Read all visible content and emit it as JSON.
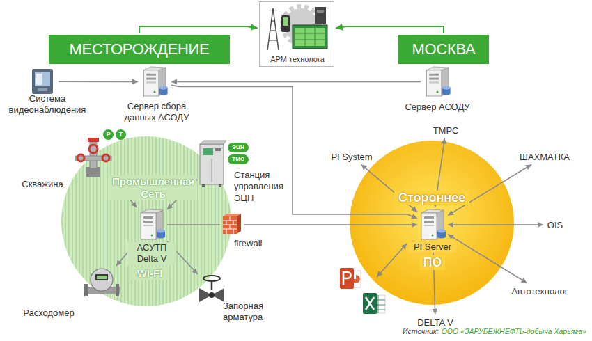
{
  "diagram": {
    "caption": "Источник:",
    "nodes": [
      {
        "text": [
          "МЕСТОРОЖДЕНИЕ"
        ]
      },
      {
        "text": [
          "АРМ технолога"
        ]
      },
      {
        "text": [
          "МОСКВА"
        ]
      },
      {
        "text": [
          "Система видеонаблюдения"
        ]
      },
      {
        "text": [
          "Сервер сбора данных АСОДУ"
        ]
      },
      {
        "text": [
          "Сервер АСОДУ"
        ]
      },
      {
        "text": [
          "Промышленная Сеть",
          "WI-FI"
        ]
      },
      {
        "text": [
          "АСУТП Delta V"
        ],
        "in": 6
      },
      {
        "text": [
          "Скважина"
        ]
      },
      {
        "text": [
          "Станция управления ЭЦН"
        ]
      },
      {
        "text": [
          "Расходомер"
        ]
      },
      {
        "text": [
          "Запорная арматура"
        ]
      },
      {
        "text": [
          "firewall"
        ]
      },
      {
        "text": [
          "Стороннее",
          "ПО"
        ]
      },
      {
        "text": [
          "PI Server"
        ],
        "in": 13
      },
      {
        "text": [
          "ТМРС"
        ]
      },
      {
        "text": [
          "PI System"
        ]
      },
      {
        "text": [
          "ШАХМАТКА"
        ]
      },
      {
        "text": [
          "OIS"
        ]
      },
      {
        "text": [
          "Автотехнолог"
        ]
      },
      {
        "text": [
          "DELTA V"
        ]
      }
    ],
    "edges": [
      {
        "from": 0,
        "to": 1,
        "arrow": "to"
      },
      {
        "from": 2,
        "to": 1,
        "arrow": "to"
      },
      {
        "from": 3,
        "to": 4,
        "arrow": "to"
      },
      {
        "from": 5,
        "to": 4,
        "arrow": "to"
      },
      {
        "from": 4,
        "to": 14,
        "arrow": "to"
      },
      {
        "from": 8,
        "to": 7,
        "arrow": "both"
      },
      {
        "from": 9,
        "to": 7,
        "arrow": "both"
      },
      {
        "from": 10,
        "to": 7,
        "arrow": "both"
      },
      {
        "from": 11,
        "to": 7,
        "arrow": "both"
      },
      {
        "from": 7,
        "to": 12,
        "arrow": "none"
      },
      {
        "from": 12,
        "to": 14,
        "arrow": "to"
      },
      {
        "from": 14,
        "to": 15,
        "arrow": "both"
      },
      {
        "from": 14,
        "to": 16,
        "arrow": "both"
      },
      {
        "from": 14,
        "to": 17,
        "arrow": "both"
      },
      {
        "from": 14,
        "to": 18,
        "arrow": "both"
      },
      {
        "from": 14,
        "to": 19,
        "arrow": "both"
      },
      {
        "from": 14,
        "to": 20,
        "arrow": "both"
      }
    ],
    "labels": [
      "Р",
      "Т",
      "ЭЦН",
      "ТМС",
      "ООО «ЗАРУБЕЖНЕФТЬ-добыча Харьяга»"
    ]
  }
}
